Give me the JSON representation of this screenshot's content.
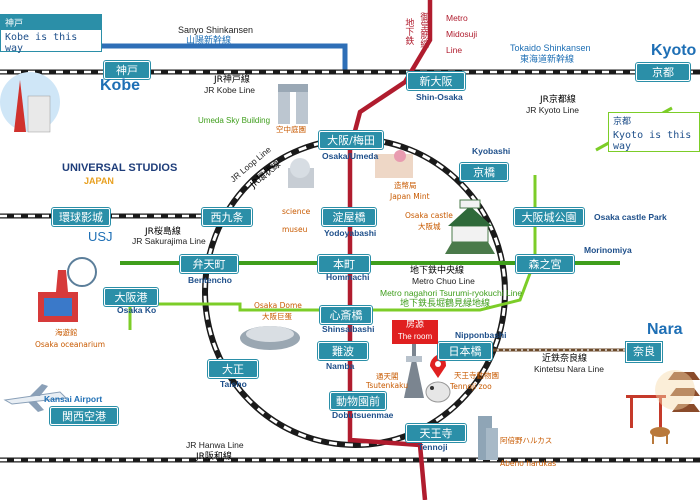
{
  "lines": {
    "sanyo_shinkansen_en": "Sanyo Shinkansen",
    "sanyo_shinkansen_jp": "山陽新幹線",
    "tokaido_shinkansen_en": "Tokaido Shinkansen",
    "tokaido_shinkansen_jp": "東海道新幹線",
    "jr_kobe_jp": "JR神戸線",
    "jr_kobe_en": "JR Kobe Line",
    "jr_kyoto_jp": "JR京都線",
    "jr_kyoto_en": "JR Kyoto Line",
    "jr_loop_en": "JR Loop Line",
    "jr_loop_jp": "JR環状線",
    "jr_sakurajima_jp": "JR桜島線",
    "jr_sakurajima_en": "JR Sakurajima Line",
    "metro_midosuji_en_1": "Metro",
    "metro_midosuji_en_2": "Midosuji",
    "metro_midosuji_en_3": "Line",
    "metro_midosuji_jp_1": "御堂筋線",
    "metro_midosuji_jp_2": "地下鉄",
    "metro_chuo_jp": "地下鉄中央線",
    "metro_chuo_en": "Metro Chuo Line",
    "metro_nagahori_en": "Metro nagahori Tsurumi-ryokuchi Line",
    "metro_nagahori_jp": "地下鉄長堀鶴見緑地線",
    "kintetsu_nara_jp": "近鉄奈良線",
    "kintetsu_nara_en": "Kintetsu Nara Line",
    "jr_hanwa_en": "JR Hanwa Line",
    "jr_hanwa_jp": "JR阪和線"
  },
  "stations": {
    "kobe_jp": "神戸",
    "kobe_en": "Kobe",
    "shin_osaka_jp": "新大阪",
    "shin_osaka_en": "Shin-Osaka",
    "kyoto_jp": "京都",
    "kyoto_en": "Kyoto",
    "osaka_umeda_jp": "大阪/梅田",
    "osaka_umeda_en": "Osaka/Umeda",
    "kyobashi_jp": "京橋",
    "kyobashi_en": "Kyobashi",
    "universal_jp": "環球影城",
    "usj_en": "USJ",
    "nishikujo_jp": "西九条",
    "yodoyabashi_jp": "淀屋橋",
    "yodoyabashi_en": "Yodoyabashi",
    "osakajokoen_jp": "大阪城公園",
    "osaka_castle_park_en": "Osaka castle Park",
    "bentencho_jp": "弁天町",
    "bentencho_en": "Bentencho",
    "hommachi_jp": "本町",
    "hommachi_en": "Hommachi",
    "morinomiya_jp": "森之宮",
    "morinomiya_en": "Morinomiya",
    "osakako_jp": "大阪港",
    "osakako_en": "Osaka Ko",
    "shinsaibashi_jp": "心斎橋",
    "shinsaibashi_en": "Shinsaibashi",
    "namba_jp": "難波",
    "namba_en": "Namba",
    "nipponbashi_jp": "日本橋",
    "nipponbashi_en": "Nipponbashi",
    "nara_jp": "奈良",
    "nara_en": "Nara",
    "taisho_jp": "大正",
    "taisho_en": "Taisho",
    "dobutsuenmae_jp": "動物園前",
    "dobutsuenmae_en": "Dobutsuenmae",
    "tennoji_jp": "天王寺",
    "tennoji_en": "Tennoji",
    "kansai_airport_en": "Kansai Airport",
    "kansai_airport_jp": "関西空港"
  },
  "landmarks": {
    "umeda_sky_en": "Umeda Sky Building",
    "umeda_sky_jp": "空中庭園",
    "science_en": "science",
    "science_jp": "museu",
    "japan_mint_jp": "造幣局",
    "japan_mint_en": "Japan Mint",
    "osaka_castle_en": "Osaka castle",
    "osaka_castle_jp": "大阪城",
    "usj_logo_1": "UNIVERSAL STUDIOS",
    "usj_logo_2": "JAPAN",
    "osaka_dome_en": "Osaka Dome",
    "osaka_dome_jp": "大阪巨蛋",
    "aquarium_jp": "海遊館",
    "aquarium_en": "Osaka oceanarium",
    "tsutenkaku_jp": "通天閣",
    "tsutenkaku_en": "Tsutenkaku",
    "tennoji_zoo_jp": "天王寺動物園",
    "tennoji_zoo_en": "Tennoji zoo",
    "abeno_jp": "阿倍野ハルカス",
    "abeno_en": "Abeno harukas"
  },
  "callouts": {
    "kobe_box_title": "神戸",
    "kobe_box_text": "Kobe is this way",
    "kyoto_box_title": "京都",
    "kyoto_box_text": "Kyoto is this way"
  },
  "room_marker": {
    "jp": "房源",
    "en": "The room"
  },
  "colors": {
    "station_fill": "#2b8fa8",
    "shinkansen": "#2e6fb7",
    "jr_line": "#1a1a1a",
    "midosuji": "#b01c2e",
    "chuo": "#3f9e1c",
    "nagahori": "#7ccd28",
    "kintetsu": "#6b4a2b",
    "room_marker": "#e02020"
  }
}
